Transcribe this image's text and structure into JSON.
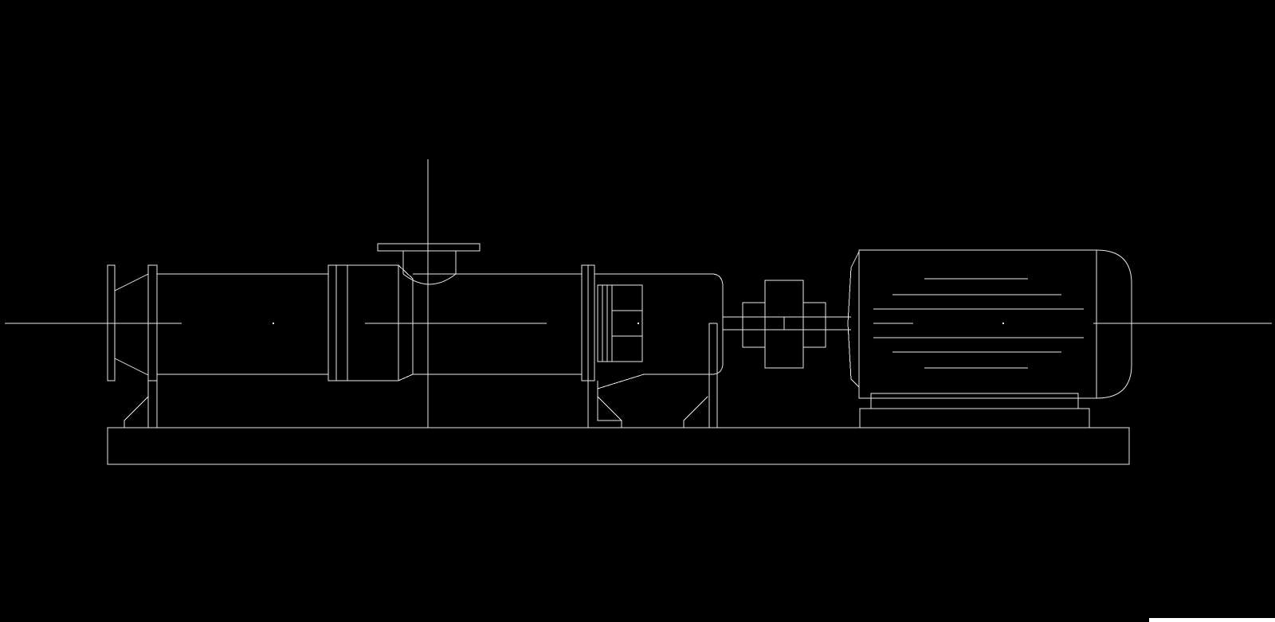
{
  "drawing": {
    "background_color": "#000000",
    "line_color": "#e8e8e8",
    "components": [
      "base-plate",
      "inlet-flange",
      "stator-tube",
      "suction-chamber",
      "discharge-flange",
      "bearing-housing",
      "shaft-coupling",
      "electric-motor",
      "motor-base"
    ]
  },
  "status_bar": {
    "indicator_color": "#ffffff"
  }
}
